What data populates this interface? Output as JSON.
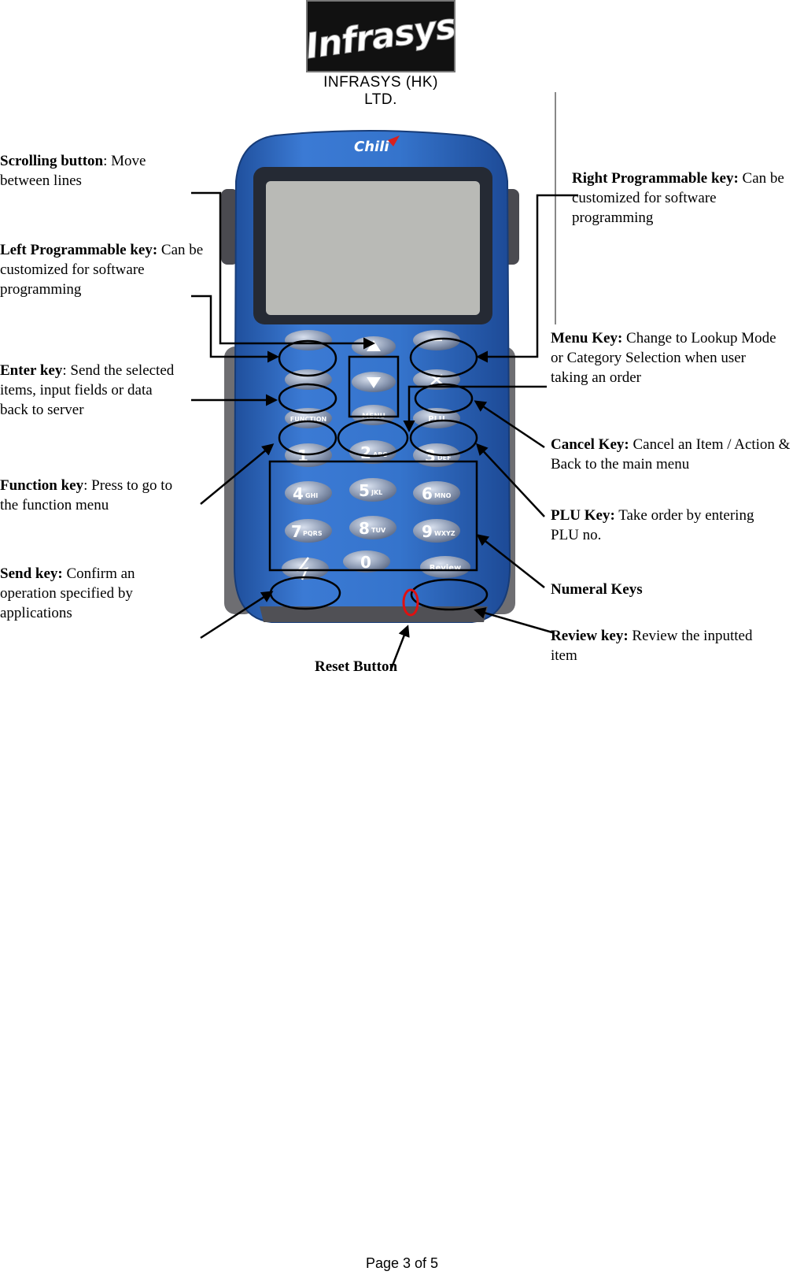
{
  "header": {
    "logo_text": "Infrasys",
    "company": "INFRASYS (HK) LTD."
  },
  "device": {
    "brand": "Chili",
    "keys": [
      {
        "digit": "1",
        "letters": ""
      },
      {
        "digit": "2",
        "letters": "ABC"
      },
      {
        "digit": "3",
        "letters": "DEF"
      },
      {
        "digit": "4",
        "letters": "GHI"
      },
      {
        "digit": "5",
        "letters": "JKL"
      },
      {
        "digit": "6",
        "letters": "MNO"
      },
      {
        "digit": "7",
        "letters": "PQRS"
      },
      {
        "digit": "8",
        "letters": "TUV"
      },
      {
        "digit": "9",
        "letters": "WXYZ"
      },
      {
        "digit": "0",
        "letters": ""
      }
    ],
    "fn_label": "FUNCTION",
    "menu_label": "MENU",
    "plu_label": "PLU",
    "review_label": "Review"
  },
  "labels": {
    "scrolling": {
      "title": "Scrolling button",
      "sep": ": ",
      "text": "Move between lines"
    },
    "left_prog": {
      "title": "Left Programmable key:",
      "sep": " ",
      "text": "Can be customized for software programming"
    },
    "enter": {
      "title": "Enter key",
      "sep": ": ",
      "text": "Send the selected items, input fields or data back to server"
    },
    "function": {
      "title": "Function key",
      "sep": ": ",
      "text": "Press to go to the function menu"
    },
    "send": {
      "title": "Send key:",
      "sep": " ",
      "text": "Confirm an operation specified by applications"
    },
    "right_prog": {
      "title": "Right Programmable key:",
      "sep": " ",
      "text": "Can be customized for software programming"
    },
    "menu": {
      "title": "Menu Key:",
      "sep": " ",
      "text": "Change to Lookup Mode or Category Selection when user taking an order"
    },
    "cancel": {
      "title": "Cancel Key:",
      "sep": " ",
      "text": "Cancel an Item / Action & Back to the main menu"
    },
    "plu": {
      "title": "PLU Key:",
      "sep": " ",
      "text": "Take order by entering PLU no."
    },
    "numeral": {
      "title": "Numeral Keys",
      "sep": "",
      "text": ""
    },
    "review": {
      "title": "Review key:",
      "sep": " ",
      "text": "Review the inputted item"
    },
    "reset": {
      "title": "Reset Button",
      "sep": "",
      "text": ""
    }
  },
  "footer": {
    "page": "Page 3 of 5"
  },
  "colors": {
    "device_blue": "#2f6fc6",
    "device_grey": "#6e6e72",
    "screen": "#b9bab6",
    "annotation": "#000000",
    "reset_marker": "#e01010"
  }
}
